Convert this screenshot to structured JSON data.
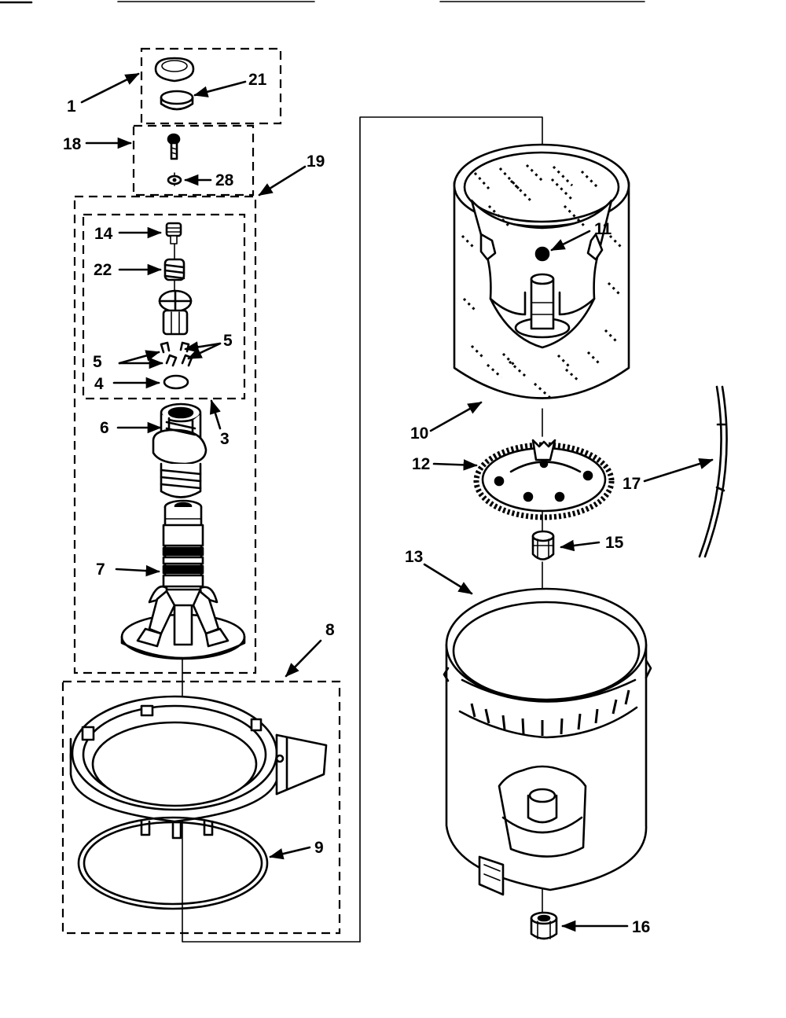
{
  "callouts": [
    {
      "id": "1",
      "text": "1"
    },
    {
      "id": "3",
      "text": "3"
    },
    {
      "id": "4",
      "text": "4"
    },
    {
      "id": "5a",
      "text": "5"
    },
    {
      "id": "5b",
      "text": "5"
    },
    {
      "id": "6",
      "text": "6"
    },
    {
      "id": "7",
      "text": "7"
    },
    {
      "id": "8",
      "text": "8"
    },
    {
      "id": "9",
      "text": "9"
    },
    {
      "id": "10",
      "text": "10"
    },
    {
      "id": "11",
      "text": "11"
    },
    {
      "id": "12",
      "text": "12"
    },
    {
      "id": "13",
      "text": "13"
    },
    {
      "id": "14",
      "text": "14"
    },
    {
      "id": "15",
      "text": "15"
    },
    {
      "id": "16",
      "text": "16"
    },
    {
      "id": "17",
      "text": "17"
    },
    {
      "id": "18",
      "text": "18"
    },
    {
      "id": "19",
      "text": "19"
    },
    {
      "id": "21",
      "text": "21"
    },
    {
      "id": "22",
      "text": "22"
    },
    {
      "id": "28",
      "text": "28"
    }
  ]
}
